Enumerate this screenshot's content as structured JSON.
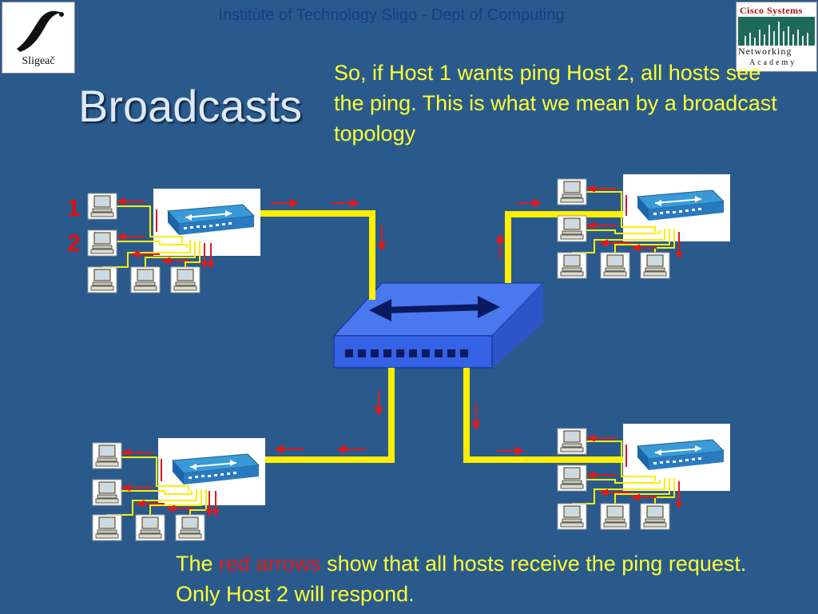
{
  "header": {
    "text": "Institute of Technology Sligo - Dept of Computing"
  },
  "logos": {
    "left": {
      "word": "Sligeač"
    },
    "right": {
      "line1": "Cisco Systems",
      "line2": "Networking",
      "line3": "Academy"
    }
  },
  "slide": {
    "title": "Broadcasts",
    "intro": "So, if Host 1 wants ping Host 2, all hosts see the ping. This is what we mean by a broadcast topology",
    "footer_before": "The ",
    "footer_red": "red arrows",
    "footer_after": " show that all hosts receive the ping request.  Only Host 2 will respond.",
    "host_label_1": "1",
    "host_label_2": "2"
  },
  "colors": {
    "background": "#2a5a8c",
    "text_yellow": "#ffff33",
    "arrow_red": "#e0191a",
    "cable_yellow": "#ffee00",
    "hub_blue": "#2f5ff0"
  }
}
